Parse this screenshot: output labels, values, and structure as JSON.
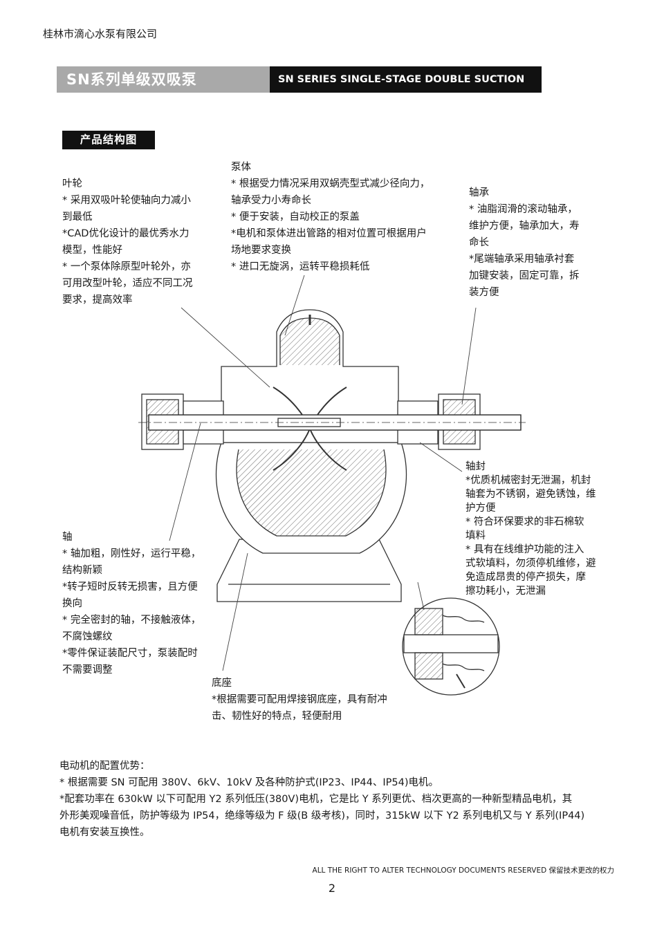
{
  "header": {
    "company": "桂林市滴心水泵有限公司",
    "banner_cn": "SN系列单级双吸泵",
    "banner_en": "SN SERIES SINGLE-STAGE DOUBLE SUCTION PUMPS"
  },
  "section_title": "产品结构图",
  "callouts": {
    "impeller": {
      "title": "叶轮",
      "lines": [
        "* 采用双吸叶轮使轴向力减小",
        "到最低",
        "*CAD优化设计的最优秀水力",
        "模型，性能好",
        "* 一个泵体除原型叶轮外，亦",
        "可用改型叶轮，适应不同工况",
        "要求，提高效率"
      ]
    },
    "casing": {
      "title": "泵体",
      "lines": [
        "* 根据受力情况采用双蜗壳型式减少径向力，",
        "轴承受力小寿命长",
        "* 便于安装，自动校正的泵盖",
        "*电机和泵体进出管路的相对位置可根据用户",
        "场地要求变换",
        "* 进口无旋涡，运转平稳损耗低"
      ]
    },
    "bearing": {
      "title": "轴承",
      "lines": [
        "* 油脂润滑的滚动轴承，",
        "维护方便，轴承加大，寿",
        "命长",
        "*尾端轴承采用轴承衬套",
        "加键安装，固定可靠，拆",
        "装方便"
      ]
    },
    "seal": {
      "title": "轴封",
      "lines": [
        "*优质机械密封无泄漏，机封",
        "轴套为不锈钢，避免锈蚀，维",
        "护方便",
        "* 符合环保要求的非石棉软",
        "填料",
        "* 具有在线维护功能的注入",
        "式软填料，勿须停机维修，避",
        "免造成昂贵的停产损失，摩",
        "擦功耗小，无泄漏"
      ]
    },
    "shaft": {
      "title": "轴",
      "lines": [
        "* 轴加粗，刚性好，运行平稳，",
        "结构新颖",
        "*转子短时反转无损害，且方便",
        "换向",
        "* 完全密封的轴，不接触液体，",
        "不腐蚀螺纹",
        "*零件保证装配尺寸，泵装配时",
        "不需要调整"
      ]
    },
    "base": {
      "title": "底座",
      "lines": [
        "*根据需要可配用焊接钢底座，具有耐冲",
        "击、韧性好的特点，轻便耐用"
      ]
    }
  },
  "motor": {
    "title": "电动机的配置优势：",
    "lines": [
      "* 根据需要 SN 可配用 380V、6kV、10kV 及各种防护式(IP23、IP44、IP54)电机。",
      "*配套功率在 630kW 以下可配用 Y2 系列低压(380V)电机，它是比 Y 系列更优、档次更高的一种新型精品电机，其",
      "外形美观噪音低，防护等级为 IP54，绝缘等级为 F 级(B 级考核)，同时，315kW 以下 Y2 系列电机又与 Y 系列(IP44)",
      "电机有安装互换性。"
    ]
  },
  "footer": {
    "note": "ALL THE RIGHT TO ALTER TECHNOLOGY DOCUMENTS RESERVED  保留技术更改的权力",
    "page": "2"
  }
}
